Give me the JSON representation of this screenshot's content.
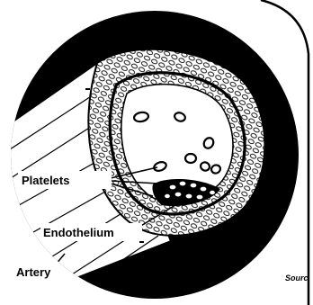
{
  "labels": {
    "platelets": "Platelets",
    "endothelium": "Endothelium",
    "artery": "Artery",
    "source": "Sourc"
  },
  "colors": {
    "ink": "#000000",
    "paper": "#ffffff"
  }
}
